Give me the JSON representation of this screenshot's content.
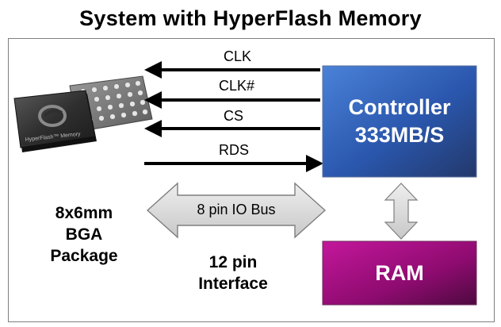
{
  "title": "System with HyperFlash Memory",
  "signals": {
    "clk": "CLK",
    "clk_n": "CLK#",
    "cs": "CS",
    "rds": "RDS"
  },
  "controller": {
    "line1": "Controller",
    "line2": "333MB/S"
  },
  "ram": {
    "label": "RAM"
  },
  "bus": {
    "label": "8 pin IO Bus"
  },
  "package": {
    "line1": "8x6mm",
    "line2": "BGA",
    "line3": "Package"
  },
  "interface": {
    "line1": "12 pin",
    "line2": "Interface"
  },
  "chip_marking": "HyperFlash™ Memory",
  "colors": {
    "controller_top": "#3d6fc6",
    "controller_bottom": "#1a3f8c",
    "ram_top": "#b4148f",
    "ram_bottom": "#6a0552",
    "bus_fill": "#d9d9d9"
  }
}
